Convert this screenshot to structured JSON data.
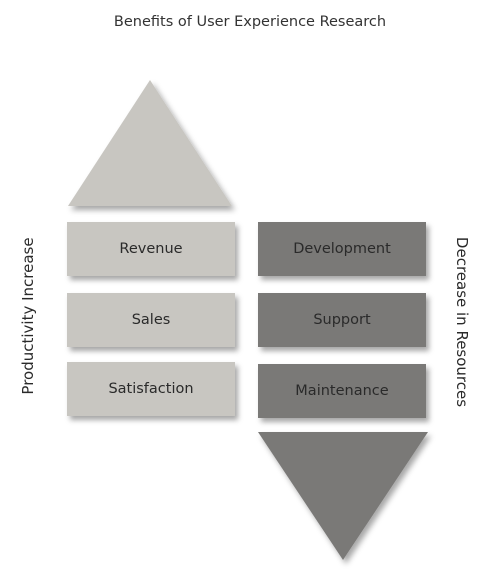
{
  "title": "Benefits of User Experience Research",
  "left": {
    "label": "Productivity Increase",
    "items": [
      "Revenue",
      "Sales",
      "Satisfaction"
    ],
    "color": "#c8c6c1"
  },
  "right": {
    "label": "Decrease in Resources",
    "items": [
      "Development",
      "Support",
      "Maintenance"
    ],
    "color": "#7a7977"
  },
  "arrows": {
    "up_color": "#c8c6c1",
    "down_color": "#7a7977"
  }
}
